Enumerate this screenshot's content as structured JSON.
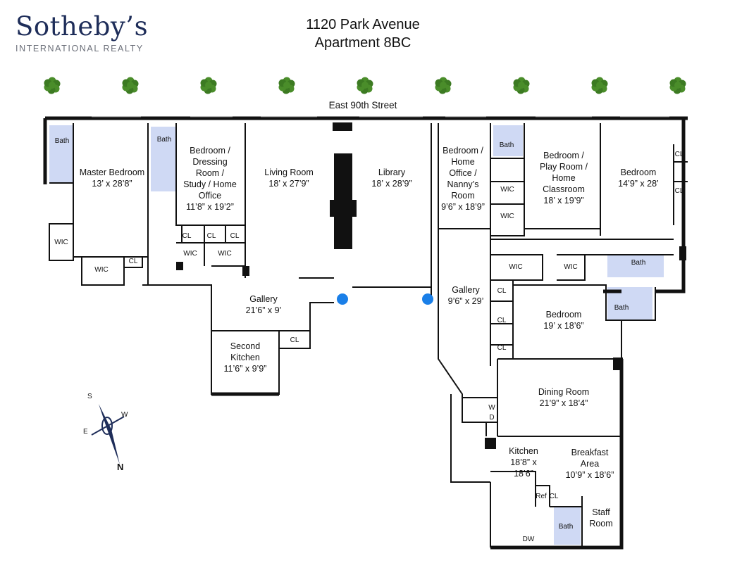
{
  "brand": {
    "name": "Sotheby’s",
    "subtitle": "INTERNATIONAL REALTY",
    "color": "#1e2d59"
  },
  "title": {
    "line1": "1120 Park Avenue",
    "line2": "Apartment 8BC"
  },
  "street": "East 90th Street",
  "rooms": {
    "master_bedroom": {
      "name": "Master Bedroom",
      "dims": "13’ x 28’8”"
    },
    "bedroom_dressing": {
      "line1": "Bedroom /",
      "line2": "Dressing",
      "line3": "Room /",
      "line4": "Study / Home",
      "line5": "Office",
      "dims": "11’8” x 19’2”"
    },
    "living_room": {
      "name": "Living Room",
      "dims": "18’ x 27’9”"
    },
    "library": {
      "name": "Library",
      "dims": "18’ x 28’9”"
    },
    "bedroom_office": {
      "line1": "Bedroom /",
      "line2": "Home",
      "line3": "Office /",
      "line4": "Nanny’s",
      "line5": "Room",
      "dims": "9’6” x 18’9”"
    },
    "bedroom_play": {
      "line1": "Bedroom /",
      "line2": "Play Room /",
      "line3": "Home",
      "line4": "Classroom",
      "dims": "18’ x 19’9”"
    },
    "bedroom_east": {
      "name": "Bedroom",
      "dims": "14’9” x 28’"
    },
    "gallery_west": {
      "name": "Gallery",
      "dims": "21’6” x 9’"
    },
    "second_kitchen": {
      "line1": "Second",
      "line2": "Kitchen",
      "dims": "11’6” x 9’9”"
    },
    "gallery_east": {
      "name": "Gallery",
      "dims": "9’6” x 29’"
    },
    "bedroom_south": {
      "name": "Bedroom",
      "dims": "19’ x 18’6”"
    },
    "dining_room": {
      "name": "Dining Room",
      "dims": "21’9” x 18’4”"
    },
    "kitchen": {
      "name": "Kitchen",
      "dims1": "18’8” x",
      "dims2": "18’6”"
    },
    "breakfast": {
      "line1": "Breakfast",
      "line2": "Area",
      "dims": "10’9” x 18’6”"
    },
    "staff_room": {
      "line1": "Staff",
      "line2": "Room"
    }
  },
  "labels": {
    "bath": "Bath",
    "wic": "WIC",
    "cl": "CL",
    "w": "W",
    "d": "D",
    "dw": "DW",
    "ref": "Ref"
  },
  "compass": {
    "s": "S",
    "w": "W",
    "e": "E",
    "n": "N"
  },
  "colors": {
    "wall": "#111111",
    "bath_fill": "#cfd9f4",
    "marker": "#1a7fe8",
    "tree": "#4a8d2a",
    "compass": "#1e2d59"
  },
  "trees_count": 9,
  "markers_count": 2
}
